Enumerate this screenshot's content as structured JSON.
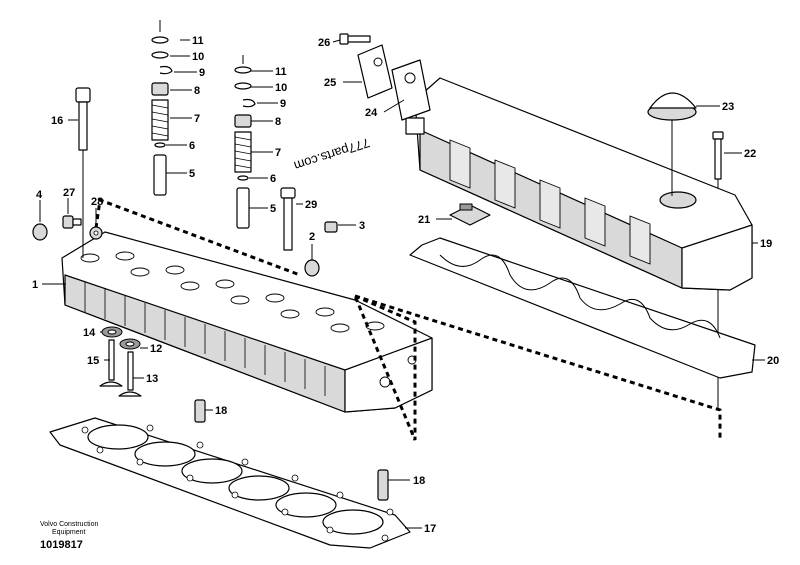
{
  "callouts": {
    "c1": "1",
    "c2": "2",
    "c3": "3",
    "c4": "4",
    "c5a": "5",
    "c5b": "5",
    "c6a": "6",
    "c6b": "6",
    "c7a": "7",
    "c7b": "7",
    "c8a": "8",
    "c8b": "8",
    "c9a": "9",
    "c9b": "9",
    "c10a": "10",
    "c10b": "10",
    "c11a": "11",
    "c11b": "11",
    "c12": "12",
    "c13": "13",
    "c14": "14",
    "c15": "15",
    "c16": "16",
    "c17": "17",
    "c18a": "18",
    "c18b": "18",
    "c19": "19",
    "c20": "20",
    "c21": "21",
    "c22": "22",
    "c23": "23",
    "c24": "24",
    "c25": "25",
    "c26": "26",
    "c27": "27",
    "c28": "28",
    "c29": "29"
  },
  "watermark": "777parts.com",
  "brand_line1": "Volvo Construction",
  "brand_line2": "Equipment",
  "drawing_id": "1019817"
}
